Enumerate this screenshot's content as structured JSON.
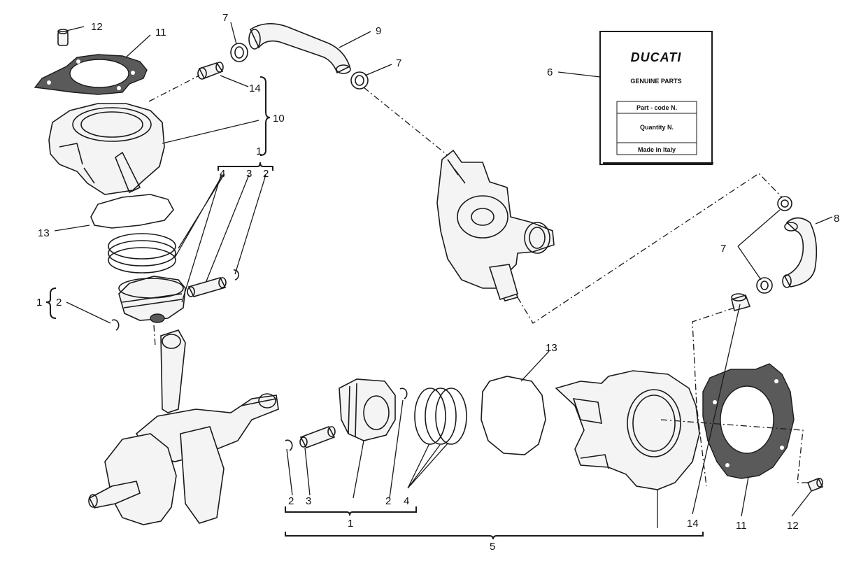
{
  "card": {
    "brand": "DUCATI",
    "heading": "GENUINE PARTS",
    "row1": "Part - code N.",
    "row2": "Quantity N.",
    "row3": "Made in Italy"
  },
  "labels": {
    "l12a": "12",
    "l11a": "11",
    "l7a": "7",
    "l9": "9",
    "l7b": "7",
    "l14a": "14",
    "l10": "10",
    "l1a": "1",
    "l4a": "4",
    "l3a": "3",
    "l2a": "2",
    "l6": "6",
    "l13a": "13",
    "l1b": "1",
    "l2b": "2",
    "l8": "8",
    "l7c": "7",
    "l13b": "13",
    "l2c": "2",
    "l3b": "3",
    "l2d": "2",
    "l4b": "4",
    "l1c": "1",
    "l14b": "14",
    "l11b": "11",
    "l12b": "12",
    "l5": "5"
  }
}
